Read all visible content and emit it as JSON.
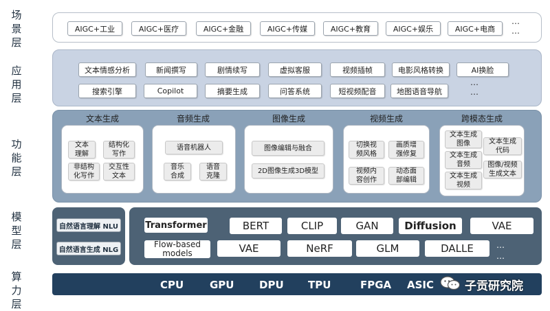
{
  "layers": {
    "scene": "场景层",
    "app": "应用层",
    "func": "功能层",
    "model": "模型层",
    "compute": "算力层"
  },
  "scene_items": [
    "AIGC+工业",
    "AIGC+医疗",
    "AIGC+金融",
    "AIGC+传媒",
    "AIGC+教育",
    "AIGC+娱乐",
    "AIGC+电商"
  ],
  "ellipsis": "…",
  "app_row1": [
    "文本情感分析",
    "新闻撰写",
    "剧情续写",
    "虚拟客服",
    "视频插帧",
    "电影风格转换",
    "AI换脸"
  ],
  "app_row2": [
    "搜索引擎",
    "Copilot",
    "摘要生成",
    "问答系统",
    "短视频配音",
    "地图语音导航"
  ],
  "func": {
    "text": {
      "title": "文本生成",
      "items": [
        "文本理解",
        "结构化写作",
        "非结构化写作",
        "交互性文本"
      ]
    },
    "audio": {
      "title": "音频生成",
      "items": [
        "语音机器人",
        "音乐合成",
        "语音克隆"
      ]
    },
    "image": {
      "title": "图像生成",
      "items": [
        "图像编辑与融合",
        "2D图像生成3D模型"
      ]
    },
    "video": {
      "title": "视频生成",
      "items": [
        "切换视频风格",
        "画质增强修复",
        "视频内容创作",
        "动态面部编辑"
      ]
    },
    "cross": {
      "title": "跨模态生成",
      "items": [
        "文本生成图像",
        "文本生成代码",
        "文本生成音频",
        "图像/视频生成文本",
        "文本生成视频"
      ]
    }
  },
  "nlu": "自然语言理解 NLU",
  "nlg": "自然语言生成 NLG",
  "models_row1": [
    "Transformer",
    "BERT",
    "CLIP",
    "GAN",
    "Diffusion",
    "VAE"
  ],
  "models_row2": [
    "Flow-based models",
    "VAE",
    "NeRF",
    "GLM",
    "DALLE"
  ],
  "hardware": [
    "CPU",
    "GPU",
    "DPU",
    "TPU",
    "FPGA",
    "ASIC"
  ],
  "watermark": "子贡研究院",
  "colors": {
    "app_bg": "#c9d3e3",
    "func_bg": "#8aa1b8",
    "model_bg": "#4d6275",
    "compute_bg": "#22405e"
  }
}
